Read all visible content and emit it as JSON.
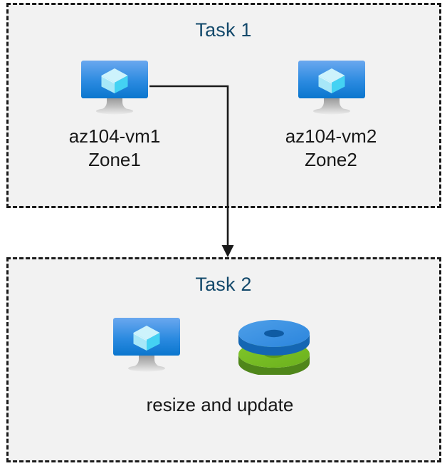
{
  "diagram": {
    "type": "flow-diagram",
    "background_color": "#ffffff",
    "box_fill_color": "#f2f2f2",
    "box_border_color": "#1a1a1a",
    "title_color": "#13496b",
    "label_color": "#181818",
    "connector_color": "#1a1a1a"
  },
  "task1": {
    "title": "Task 1",
    "nodes": [
      {
        "icon": "virtual-machine-icon",
        "label": "az104-vm1\nZone1",
        "name": "az104-vm1",
        "zone": "Zone1"
      },
      {
        "icon": "virtual-machine-icon",
        "label": "az104-vm2\nZone2",
        "name": "az104-vm2",
        "zone": "Zone2"
      }
    ]
  },
  "task2": {
    "title": "Task 2",
    "icons": [
      "virtual-machine-icon",
      "managed-disks-icon"
    ],
    "label": "resize and update"
  },
  "connector": {
    "from": "az104-vm1",
    "to": "task2",
    "arrow": "down-arrow"
  },
  "icon_colors": {
    "vm_screen_top": "#5ea0ea",
    "vm_screen_bottom": "#0a7bd4",
    "vm_cube_light": "#c3f1fb",
    "vm_cube_mid": "#9fe6f8",
    "vm_cube_dark": "#35cdf2",
    "vm_stand": "#a6a6a6",
    "disk_blue_top": "#3f94e3",
    "disk_blue_side": "#1b75c6",
    "disk_blue_hole": "#0f5ba3",
    "disk_green_top": "#76bc21",
    "disk_green_side": "#5c9a19",
    "disk_green_hole": "#5c9a19"
  }
}
